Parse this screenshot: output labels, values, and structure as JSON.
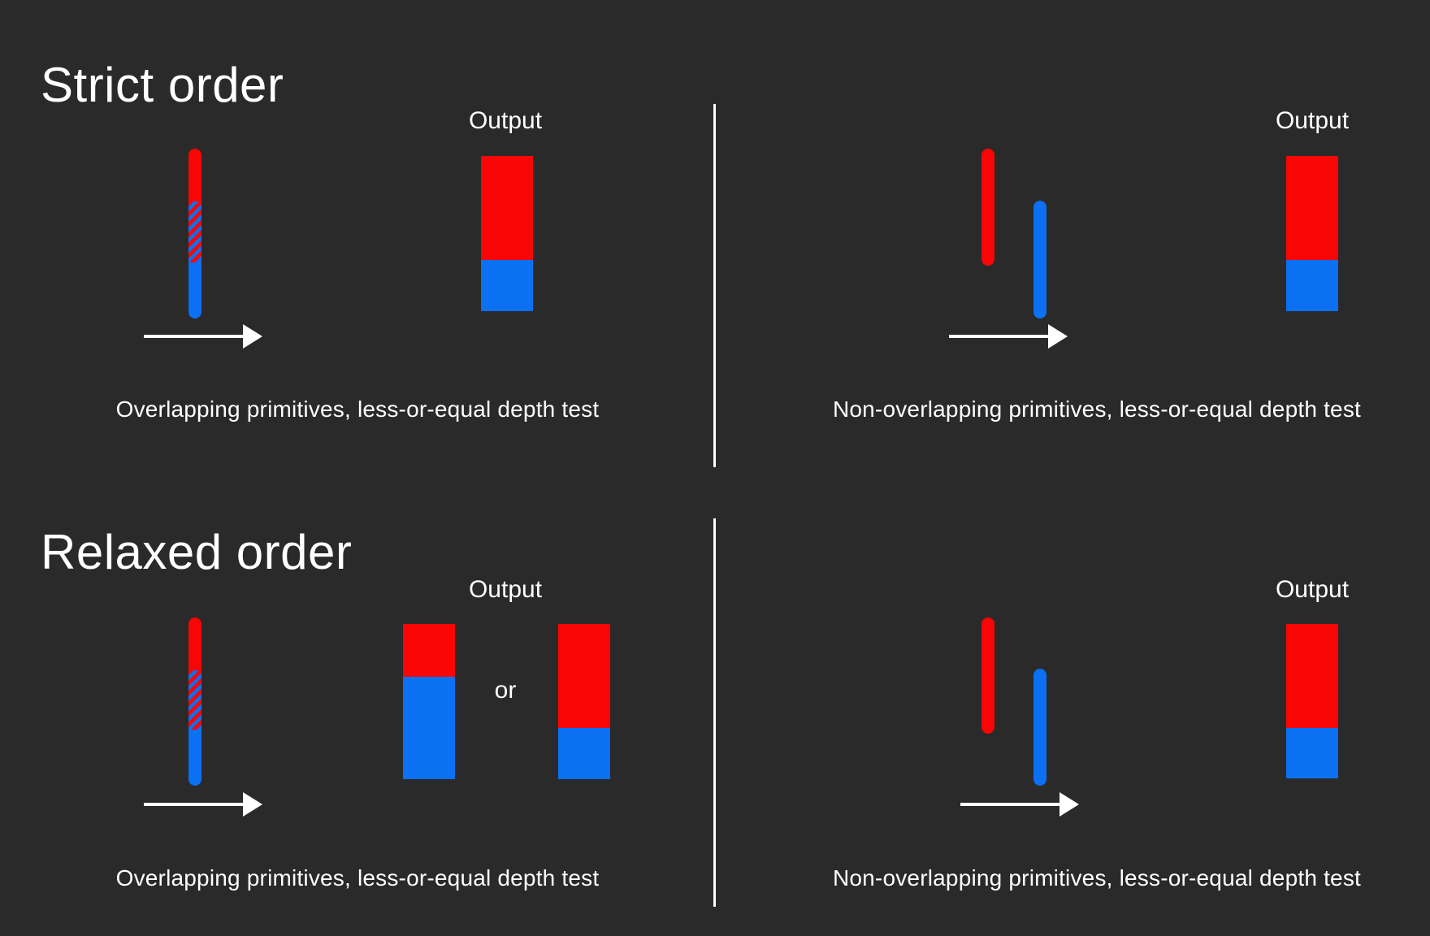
{
  "colors": {
    "bg": "#2a2a2a",
    "fg": "#ffffff",
    "red": "#f90505",
    "blue": "#0b70f2",
    "divider": "#ffffff"
  },
  "strict": {
    "title": "Strict order",
    "overlapping": {
      "output_label": "Output",
      "caption": "Overlapping primitives, less-or-equal depth test",
      "input": {
        "type": "overlapping-bar",
        "segments": [
          {
            "color": "red",
            "fraction": 0.31
          },
          {
            "color": "red-blue-hatch",
            "fraction": 0.36
          },
          {
            "color": "blue",
            "fraction": 0.33
          }
        ]
      },
      "outputs": [
        {
          "segments": [
            {
              "color": "red",
              "fraction": 0.67
            },
            {
              "color": "blue",
              "fraction": 0.33
            }
          ]
        }
      ]
    },
    "non_overlapping": {
      "output_label": "Output",
      "caption": "Non-overlapping primitives, less-or-equal depth test",
      "input": {
        "type": "two-bars",
        "bars": [
          {
            "color": "red"
          },
          {
            "color": "blue"
          }
        ]
      },
      "outputs": [
        {
          "segments": [
            {
              "color": "red",
              "fraction": 0.67
            },
            {
              "color": "blue",
              "fraction": 0.33
            }
          ]
        }
      ]
    }
  },
  "relaxed": {
    "title": "Relaxed order",
    "overlapping": {
      "output_label": "Output",
      "or_label": "or",
      "caption": "Overlapping primitives, less-or-equal depth test",
      "input": {
        "type": "overlapping-bar",
        "segments": [
          {
            "color": "red",
            "fraction": 0.31
          },
          {
            "color": "red-blue-hatch",
            "fraction": 0.36
          },
          {
            "color": "blue",
            "fraction": 0.33
          }
        ]
      },
      "outputs": [
        {
          "segments": [
            {
              "color": "red",
              "fraction": 0.34
            },
            {
              "color": "blue",
              "fraction": 0.66
            }
          ]
        },
        {
          "segments": [
            {
              "color": "red",
              "fraction": 0.67
            },
            {
              "color": "blue",
              "fraction": 0.33
            }
          ]
        }
      ]
    },
    "non_overlapping": {
      "output_label": "Output",
      "caption": "Non-overlapping primitives, less-or-equal depth test",
      "input": {
        "type": "two-bars",
        "bars": [
          {
            "color": "red"
          },
          {
            "color": "blue"
          }
        ]
      },
      "outputs": [
        {
          "segments": [
            {
              "color": "red",
              "fraction": 0.67
            },
            {
              "color": "blue",
              "fraction": 0.33
            }
          ]
        }
      ]
    }
  }
}
